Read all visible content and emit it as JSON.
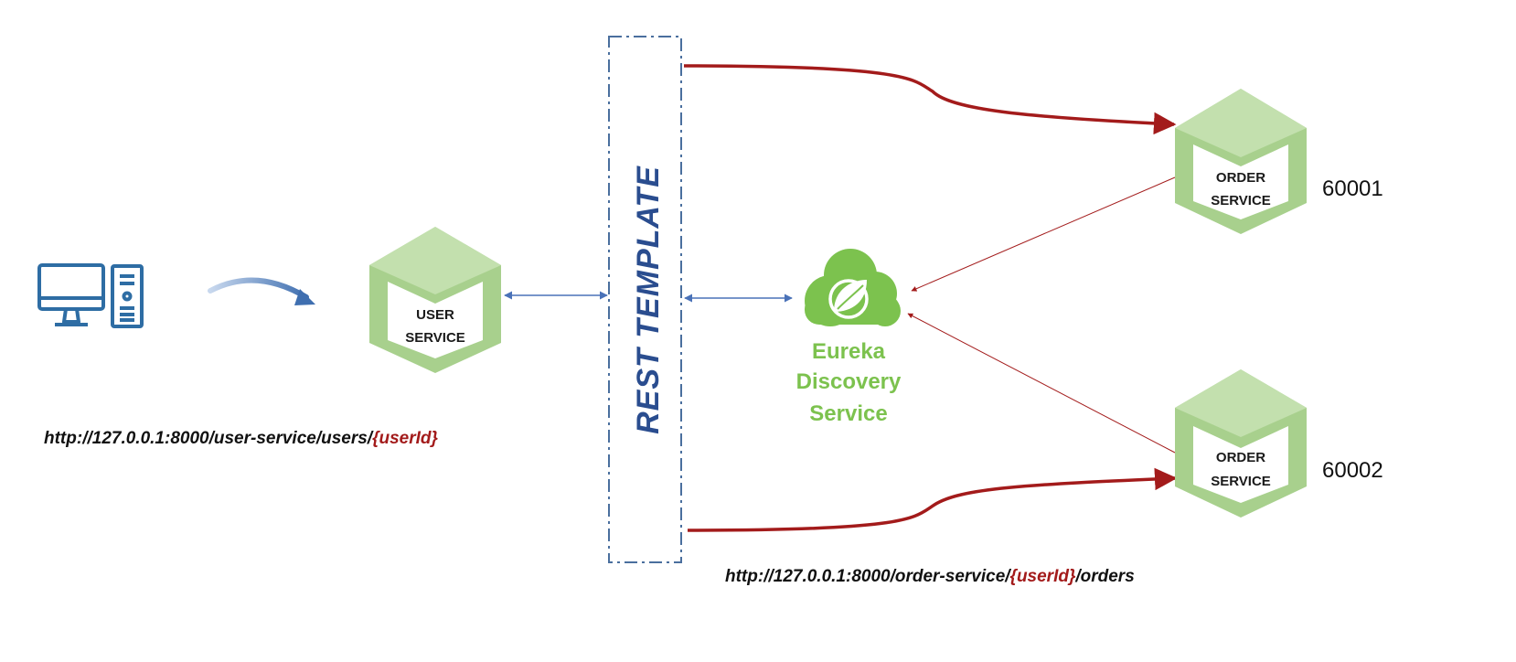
{
  "user_service": {
    "line1": "USER",
    "line2": "SERVICE"
  },
  "rest_template": {
    "label": "REST  TEMPLATE"
  },
  "eureka": {
    "line1": "Eureka",
    "line2": "Discovery",
    "line3": "Service"
  },
  "order_service_1": {
    "line1": "ORDER",
    "line2": "SERVICE",
    "port": "60001"
  },
  "order_service_2": {
    "line1": "ORDER",
    "line2": "SERVICE",
    "port": "60002"
  },
  "user_url": {
    "prefix": "http://127.0.0.1:8000/user-service/users/",
    "param": "{userId}",
    "suffix": ""
  },
  "order_url": {
    "prefix": "http://127.0.0.1:8000/order-service/",
    "param": "{userId}",
    "suffix": "/orders"
  },
  "colors": {
    "hex_fill": "#a8d08d",
    "hex_light": "#c3e0ae",
    "hex_inner": "#ffffff",
    "client_icon": "#2e6da4",
    "rest_border": "#4a6f9e",
    "red_arrow": "#a31b1b",
    "blue_arrow": "#4a72b8",
    "eureka_green": "#7cc24e"
  },
  "icons": {
    "client": "desktop-computer-icon",
    "eureka": "spring-leaf-cloud-icon"
  }
}
